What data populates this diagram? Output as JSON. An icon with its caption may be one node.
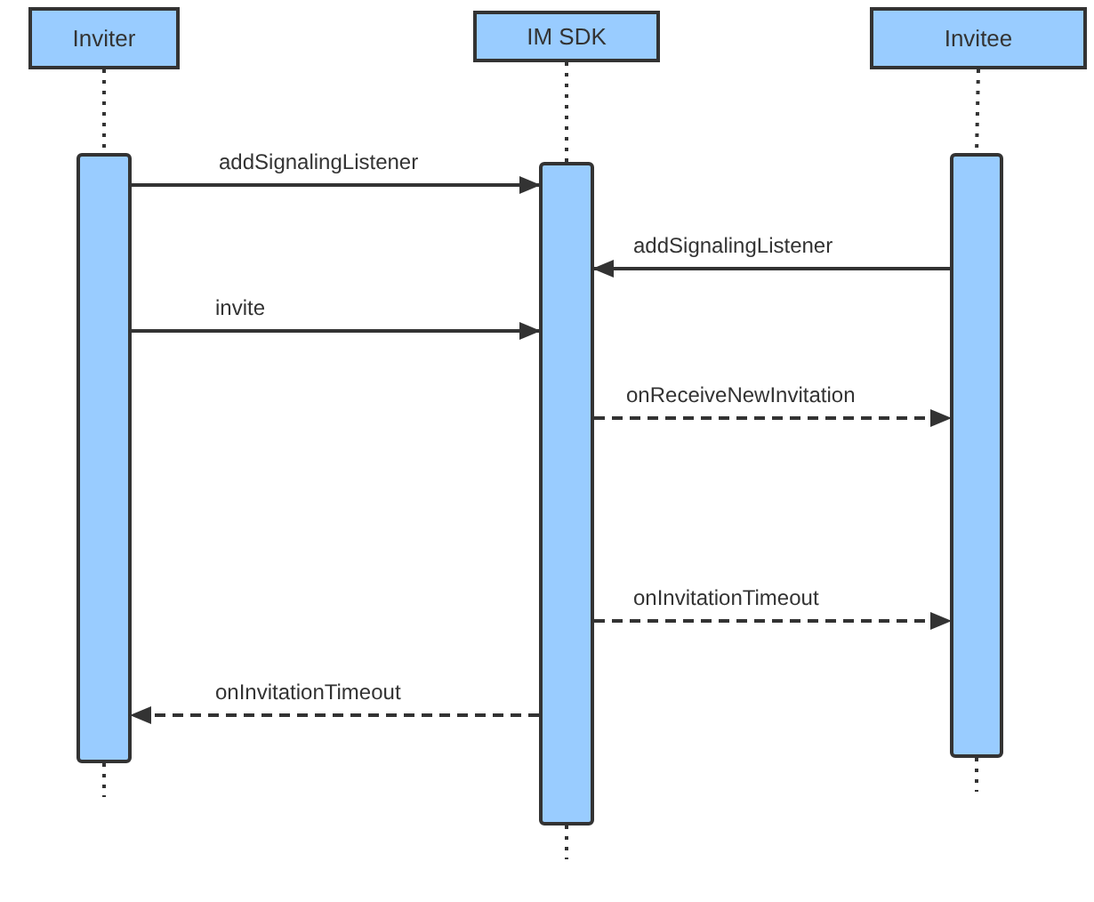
{
  "diagram": {
    "nodes": [
      {
        "text": [
          "Inviter"
        ]
      },
      {
        "text": [
          "IM SDK"
        ]
      },
      {
        "text": [
          "Invitee"
        ]
      },
      {
        "text": [],
        "shape": "bar"
      },
      {
        "text": [],
        "shape": "bar"
      },
      {
        "text": [],
        "shape": "bar"
      }
    ],
    "edges": [
      {
        "from": 0,
        "to": 3,
        "arrow": "none",
        "style": "dashed"
      },
      {
        "from": 1,
        "to": 4,
        "arrow": "none",
        "style": "dashed"
      },
      {
        "from": 2,
        "to": 5,
        "arrow": "none",
        "style": "dashed"
      },
      {
        "from": 3,
        "to": 4,
        "arrow": "to",
        "label": "addSignalingListener"
      },
      {
        "from": 5,
        "to": 4,
        "arrow": "to",
        "label": "addSignalingListener"
      },
      {
        "from": 3,
        "to": 4,
        "arrow": "to",
        "label": "invite"
      },
      {
        "from": 4,
        "to": 5,
        "arrow": "to",
        "label": "onReceiveNewInvitation",
        "style": "dashed"
      },
      {
        "from": 4,
        "to": 5,
        "arrow": "to",
        "label": "onInvitationTimeout",
        "style": "dashed"
      },
      {
        "from": 4,
        "to": 3,
        "arrow": "to",
        "label": "onInvitationTimeout",
        "style": "dashed"
      },
      {
        "from": 3,
        "to": null,
        "arrow": "none",
        "style": "dashed"
      },
      {
        "from": 4,
        "to": null,
        "arrow": "none",
        "style": "dashed"
      },
      {
        "from": 5,
        "to": null,
        "arrow": "none",
        "style": "dashed"
      }
    ]
  }
}
